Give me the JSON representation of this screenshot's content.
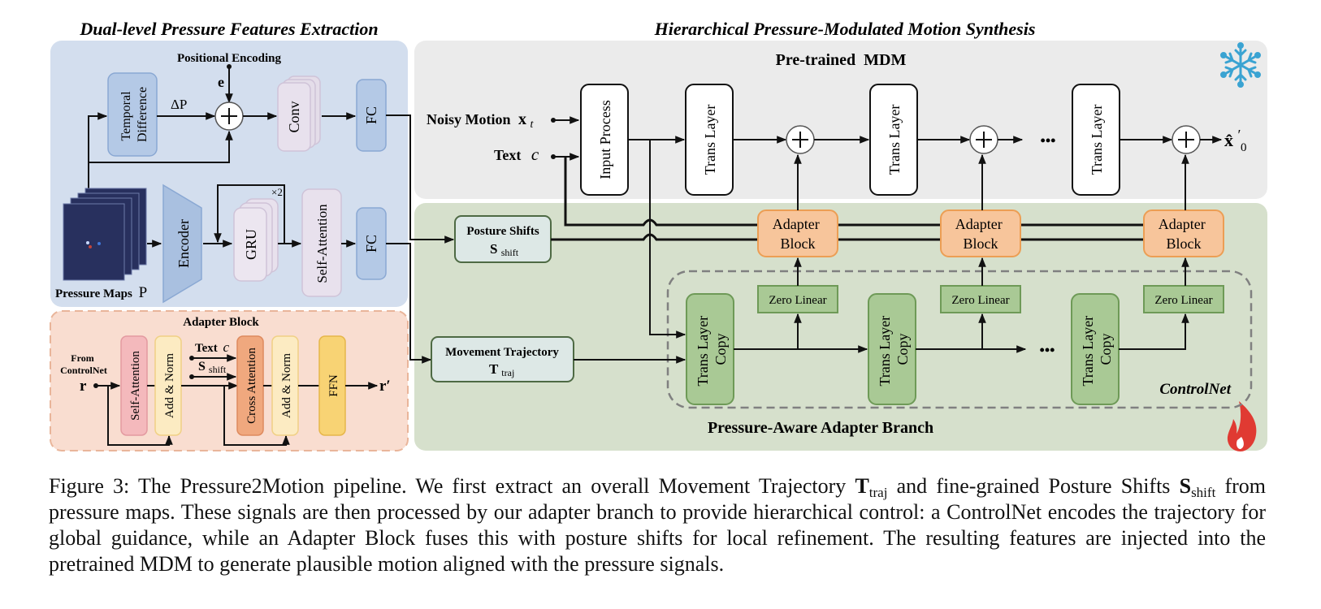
{
  "sections": {
    "left_title": "Dual-level Pressure Features Extraction",
    "right_title": "Hierarchical Pressure-Modulated Motion Synthesis"
  },
  "extraction": {
    "positional_encoding": "Positional Encoding",
    "e_label": "e",
    "delta_p": "ΔP",
    "temporal_difference_line1": "Temporal",
    "temporal_difference_line2": "Difference",
    "conv": "Conv",
    "fc": "FC",
    "encoder": "Encoder",
    "gru": "GRU",
    "gru_repeat": "×2",
    "self_attention": "Self-Attention",
    "pressure_maps": "Pressure Maps",
    "pressure_symbol": "P"
  },
  "adapter_detail": {
    "title": "Adapter Block",
    "from_line1": "From",
    "from_line2": "ControlNet",
    "input": "r",
    "output": "r′",
    "text_c": "Text",
    "text_c_sym": "c",
    "s_shift": "S",
    "s_shift_sub": "shift",
    "blocks": [
      "Self-Attention",
      "Add & Norm",
      "Cross Attention",
      "Add & Norm",
      "FFN"
    ]
  },
  "mdm": {
    "title": "Pre-trained  MDM",
    "noisy_motion": "Noisy Motion",
    "noisy_sym": "x",
    "noisy_sub": "t",
    "text": "Text",
    "text_sym": "c",
    "input_process": "Input Process",
    "trans_layer": "Trans Layer",
    "ellipsis": "•••",
    "output": "x̂",
    "output_sup": "′",
    "output_sub": "0",
    "frozen_icon": "snowflake-icon"
  },
  "branch": {
    "title": "Pressure-Aware Adapter Branch",
    "posture_shifts": "Posture Shifts",
    "posture_sym": "S",
    "posture_sub": "shift",
    "movement_trajectory": "Movement Trajectory",
    "traj_sym": "T",
    "traj_sub": "traj",
    "adapter_line1": "Adapter",
    "adapter_line2": "Block",
    "zero_linear": "Zero Linear",
    "copy_line1": "Trans Layer",
    "copy_line2": "Copy",
    "controlnet": "ControlNet",
    "ellipsis": "•••",
    "trainable_icon": "flame-icon"
  },
  "caption": {
    "label": "Figure 3:",
    "p1": " The Pressure2Motion pipeline. We first extract an overall Movement Trajectory ",
    "traj_sym": "T",
    "traj_sub": "traj",
    "p2": " and fine-grained Posture Shifts ",
    "shift_sym": "S",
    "shift_sub": "shift",
    "p3": " from pressure maps. These signals are then processed by our adapter branch to provide hierarchical control: a ControlNet encodes the trajectory for global guidance, while an Adapter Block fuses this with posture shifts for local refinement. The resulting features are injected into the pretrained MDM to generate plausible motion aligned with the pressure signals."
  },
  "colors": {
    "extraction_bg": "#d3deee",
    "adapter_bg": "#f9ddd0",
    "mdm_bg": "#ebebeb",
    "branch_bg": "#d6e0cc",
    "blue_box": "#b4c9e6",
    "adapter_orange": "#f7c59b",
    "green_box": "#a9c995",
    "snow": "#3aa3d2",
    "flame": "#e03a32"
  }
}
